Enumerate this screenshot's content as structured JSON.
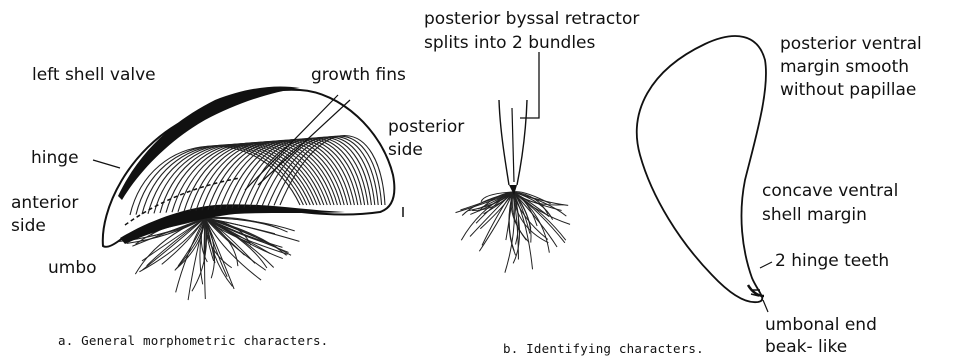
{
  "figure_a": {
    "labels": {
      "left_shell_valve": "left shell valve",
      "growth_fins": "growth fins",
      "hinge": "hinge",
      "posterior_side_1": "posterior",
      "posterior_side_2": "side",
      "anterior_side_1": "anterior",
      "anterior_side_2": "side",
      "umbo": "umbo"
    },
    "caption": "a. General morphometric characters."
  },
  "figure_b": {
    "labels": {
      "byssal_retractor_1": "posterior byssal retractor",
      "byssal_retractor_2": "splits into 2 bundles"
    },
    "caption": "b. Identifying characters."
  },
  "figure_c": {
    "labels": {
      "posterior_ventral_1": "posterior ventral",
      "posterior_ventral_2": "margin smooth",
      "posterior_ventral_3": "without papillae",
      "concave_ventral_1": "concave ventral",
      "concave_ventral_2": "shell margin",
      "hinge_teeth": "2 hinge teeth",
      "umbonal_end_1": "umbonal end",
      "umbonal_end_2": "beak- like"
    }
  }
}
